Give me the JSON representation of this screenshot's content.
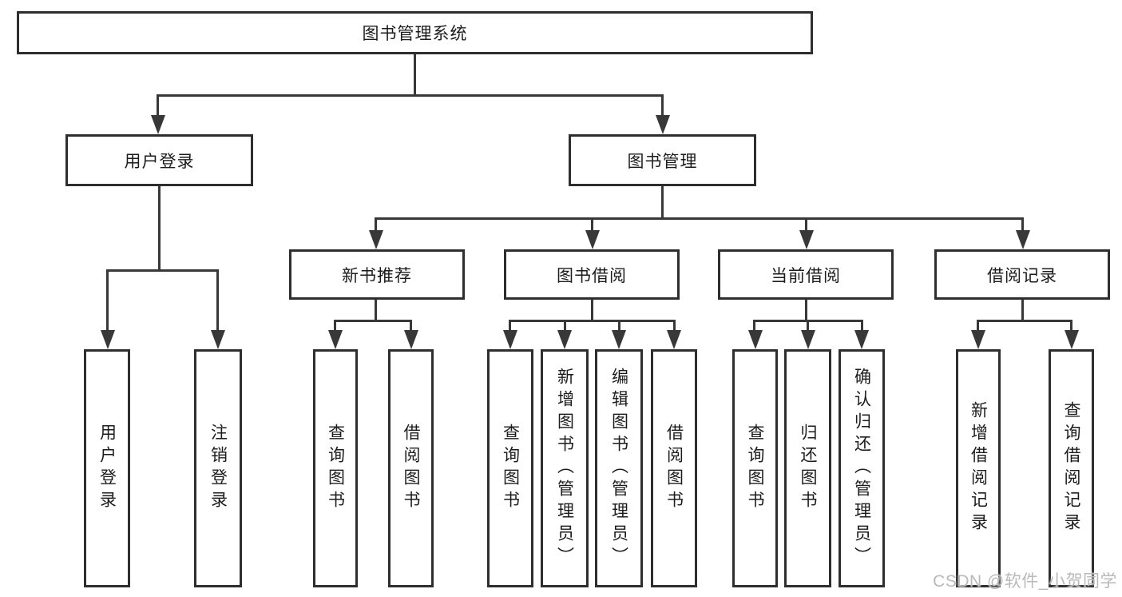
{
  "watermark": "CSDN @软件_小贺同学",
  "colors": {
    "line": "#383838",
    "box_border": "#2e2e2e",
    "text": "#1c1c1c",
    "watermark": "#b9b9b9",
    "background": "#ffffff"
  },
  "tree": {
    "label": "图书管理系统",
    "children": [
      {
        "label": "用户登录",
        "children": [
          {
            "label": "用户登录"
          },
          {
            "label": "注销登录"
          }
        ]
      },
      {
        "label": "图书管理",
        "children": [
          {
            "label": "新书推荐",
            "children": [
              {
                "label": "查询图书"
              },
              {
                "label": "借阅图书"
              }
            ]
          },
          {
            "label": "图书借阅",
            "children": [
              {
                "label": "查询图书"
              },
              {
                "label": "新增图书（管理员）"
              },
              {
                "label": "编辑图书（管理员）"
              },
              {
                "label": "借阅图书"
              }
            ]
          },
          {
            "label": "当前借阅",
            "children": [
              {
                "label": "查询图书"
              },
              {
                "label": "归还图书"
              },
              {
                "label": "确认归还（管理员）"
              }
            ]
          },
          {
            "label": "借阅记录",
            "children": [
              {
                "label": "新增借阅记录"
              },
              {
                "label": "查询借阅记录"
              }
            ]
          }
        ]
      }
    ]
  }
}
